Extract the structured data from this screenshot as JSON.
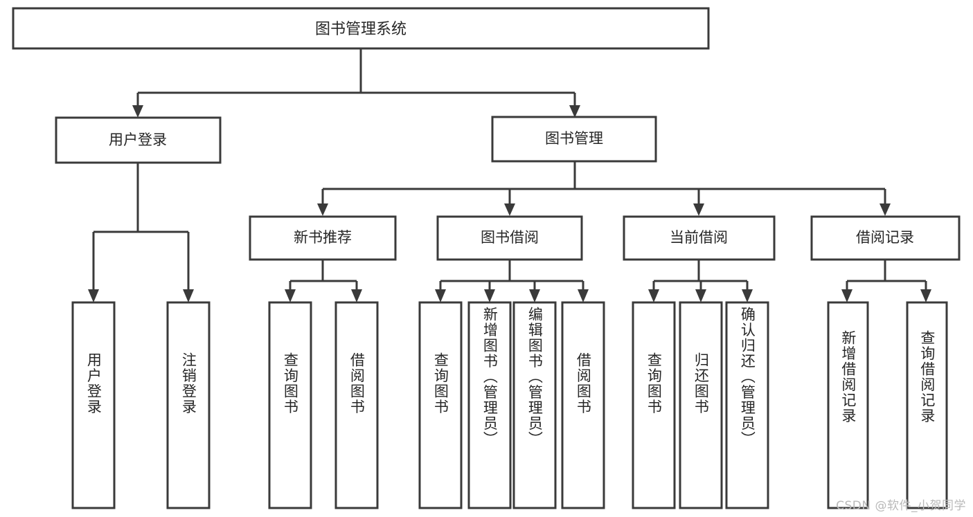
{
  "diagram": {
    "type": "hierarchy-tree",
    "title": "图书管理系统",
    "root": {
      "id": "root",
      "label": "图书管理系统",
      "orientation": "horizontal"
    },
    "level1": [
      {
        "id": "user-login",
        "label": "用户登录",
        "orientation": "horizontal"
      },
      {
        "id": "book-manage",
        "label": "图书管理",
        "orientation": "horizontal"
      }
    ],
    "level2": [
      {
        "id": "new-book-recommend",
        "label": "新书推荐",
        "parent": "book-manage",
        "orientation": "horizontal"
      },
      {
        "id": "book-borrow",
        "label": "图书借阅",
        "parent": "book-manage",
        "orientation": "horizontal"
      },
      {
        "id": "current-borrow",
        "label": "当前借阅",
        "parent": "book-manage",
        "orientation": "horizontal"
      },
      {
        "id": "borrow-record",
        "label": "借阅记录",
        "parent": "book-manage",
        "orientation": "horizontal"
      }
    ],
    "leaves": [
      {
        "id": "leaf-user-login",
        "label": "用户登录",
        "parent": "user-login",
        "orientation": "vertical"
      },
      {
        "id": "leaf-user-logout",
        "label": "注销登录",
        "parent": "user-login",
        "orientation": "vertical"
      },
      {
        "id": "leaf-query-book-1",
        "label": "查询图书",
        "parent": "new-book-recommend",
        "orientation": "vertical"
      },
      {
        "id": "leaf-borrow-book-1",
        "label": "借阅图书",
        "parent": "new-book-recommend",
        "orientation": "vertical"
      },
      {
        "id": "leaf-query-book-2",
        "label": "查询图书",
        "parent": "book-borrow",
        "orientation": "vertical"
      },
      {
        "id": "leaf-add-book",
        "label": "新增图书（管理员）",
        "parent": "book-borrow",
        "orientation": "vertical"
      },
      {
        "id": "leaf-edit-book",
        "label": "编辑图书（管理员）",
        "parent": "book-borrow",
        "orientation": "vertical"
      },
      {
        "id": "leaf-borrow-book-2",
        "label": "借阅图书",
        "parent": "book-borrow",
        "orientation": "vertical"
      },
      {
        "id": "leaf-query-book-3",
        "label": "查询图书",
        "parent": "current-borrow",
        "orientation": "vertical"
      },
      {
        "id": "leaf-return-book",
        "label": "归还图书",
        "parent": "current-borrow",
        "orientation": "vertical"
      },
      {
        "id": "leaf-confirm-return",
        "label": "确认归还（管理员）",
        "parent": "current-borrow",
        "orientation": "vertical"
      },
      {
        "id": "leaf-add-record",
        "label": "新增借阅记录",
        "parent": "borrow-record",
        "orientation": "vertical"
      },
      {
        "id": "leaf-query-record",
        "label": "查询借阅记录",
        "parent": "borrow-record",
        "orientation": "vertical"
      }
    ],
    "colors": {
      "stroke": "#3a3a3a",
      "fill": "#ffffff",
      "text": "#262626",
      "background": "#ffffff",
      "watermark": "#b9b9b9"
    }
  },
  "watermark": {
    "text": "CSDN @软件_小贺同学"
  }
}
